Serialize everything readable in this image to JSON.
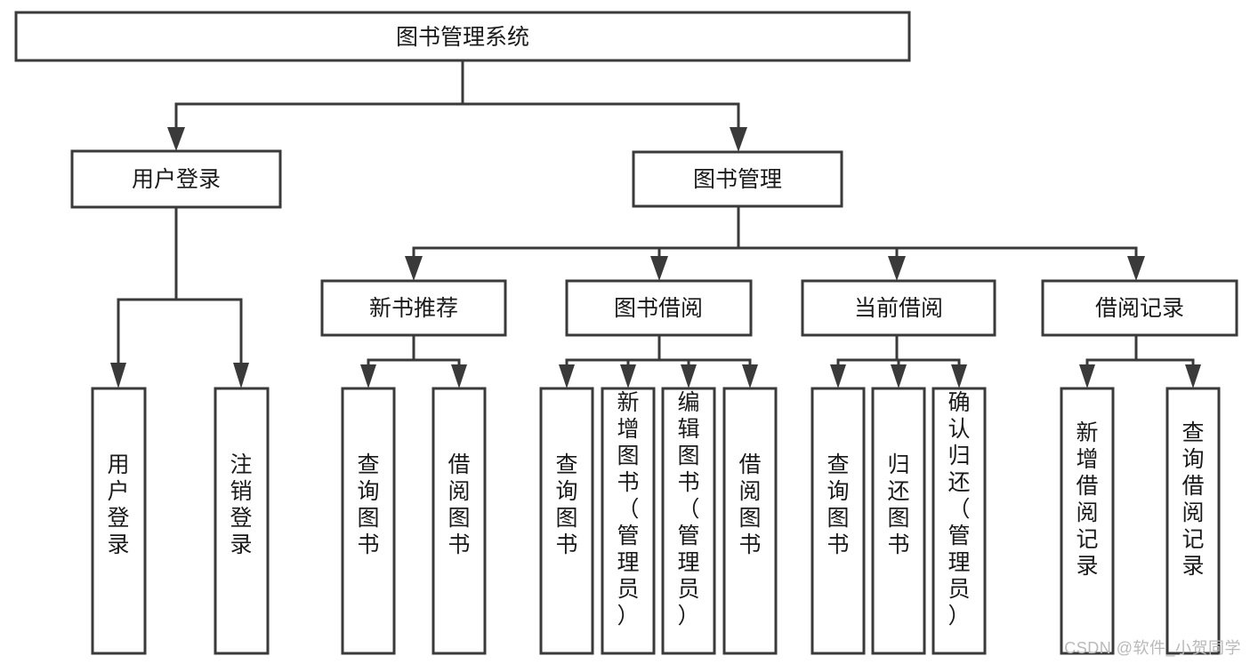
{
  "diagram": {
    "title": "图书管理系统",
    "type": "tree-hierarchy-diagram",
    "watermark": "CSDN @软件_小贺同学",
    "colors": {
      "stroke": "#3a3a3a",
      "fill": "#ffffff",
      "text": "#1a1a1a",
      "watermark": "#b9b9b9"
    },
    "root": {
      "id": "root",
      "label": "图书管理系统"
    },
    "level2": [
      {
        "id": "user-login",
        "label": "用户登录"
      },
      {
        "id": "book-manage",
        "label": "图书管理"
      }
    ],
    "level3": [
      {
        "id": "new-book-recommend",
        "label": "新书推荐",
        "parent": "book-manage"
      },
      {
        "id": "book-borrow",
        "label": "图书借阅",
        "parent": "book-manage"
      },
      {
        "id": "current-borrow",
        "label": "当前借阅",
        "parent": "book-manage"
      },
      {
        "id": "borrow-record",
        "label": "借阅记录",
        "parent": "book-manage"
      }
    ],
    "leaves": [
      {
        "id": "leaf-user-login",
        "label": "用户登录",
        "parent": "user-login"
      },
      {
        "id": "leaf-logout-login",
        "label": "注销登录",
        "parent": "user-login"
      },
      {
        "id": "leaf-query-book-1",
        "label": "查询图书",
        "parent": "new-book-recommend"
      },
      {
        "id": "leaf-borrow-book-1",
        "label": "借阅图书",
        "parent": "new-book-recommend"
      },
      {
        "id": "leaf-query-book-2",
        "label": "查询图书",
        "parent": "book-borrow"
      },
      {
        "id": "leaf-add-book",
        "label": "新增图书（管理员）",
        "parent": "book-borrow"
      },
      {
        "id": "leaf-edit-book",
        "label": "编辑图书（管理员）",
        "parent": "book-borrow"
      },
      {
        "id": "leaf-borrow-book-2",
        "label": "借阅图书",
        "parent": "book-borrow"
      },
      {
        "id": "leaf-query-book-3",
        "label": "查询图书",
        "parent": "current-borrow"
      },
      {
        "id": "leaf-return-book",
        "label": "归还图书",
        "parent": "current-borrow"
      },
      {
        "id": "leaf-confirm-return",
        "label": "确认归还（管理员）",
        "parent": "current-borrow"
      },
      {
        "id": "leaf-add-record",
        "label": "新增借阅记录",
        "parent": "borrow-record"
      },
      {
        "id": "leaf-query-record",
        "label": "查询借阅记录",
        "parent": "borrow-record"
      }
    ]
  }
}
